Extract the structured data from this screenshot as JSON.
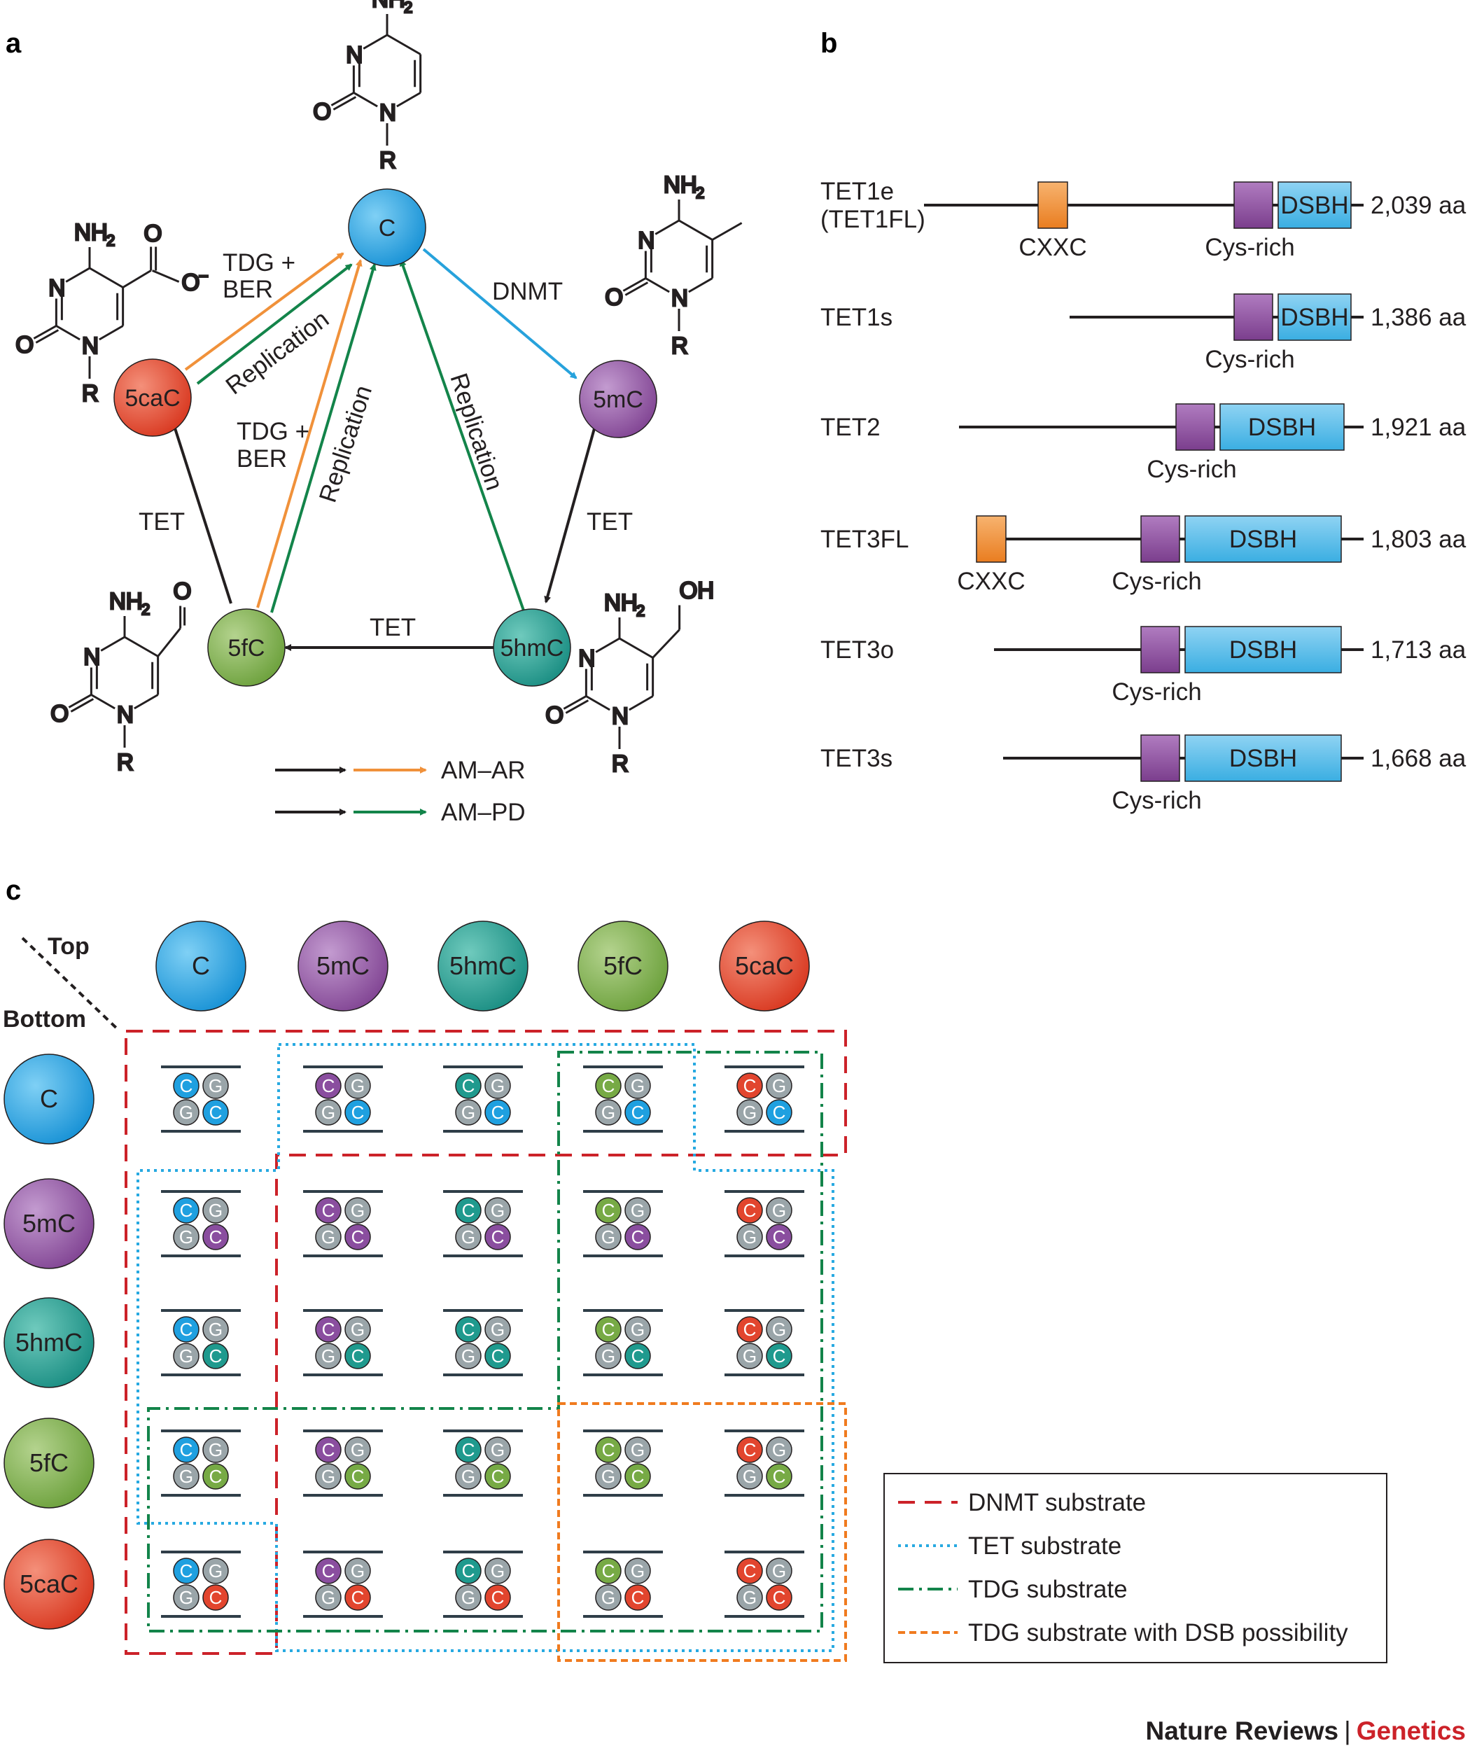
{
  "panels": {
    "a": "a",
    "b": "b",
    "c": "c"
  },
  "cycle": {
    "nodes": {
      "C": "C",
      "5mC": "5mC",
      "5hmC": "5hmC",
      "5fC": "5fC",
      "5caC": "5caC"
    },
    "arrows": {
      "dnmt": "DNMT",
      "tet1": "TET",
      "tet2": "TET",
      "tet3": "TET",
      "tdg_ber_1a": "TDG +",
      "tdg_ber_1b": "BER",
      "tdg_ber_2a": "TDG +",
      "tdg_ber_2b": "BER",
      "replication": "Replication"
    },
    "chem": {
      "nh2": "NH",
      "sub2": "2",
      "n": "N",
      "o": "O",
      "r": "R",
      "oh": "OH",
      "ominus": "O",
      "minus": "−"
    },
    "legend": [
      {
        "label": "AM–AR",
        "color": "#f0913a"
      },
      {
        "label": "AM–PD",
        "color": "#13844a"
      }
    ]
  },
  "domains": {
    "proteins": [
      {
        "name": "TET1e",
        "name2": "(TET1FL)",
        "length": "2,039 aa",
        "cxxc": "CXXC",
        "cys": "Cys-rich",
        "dsbh": "DSBH"
      },
      {
        "name": "TET1s",
        "length": "1,386 aa",
        "cys": "Cys-rich",
        "dsbh": "DSBH"
      },
      {
        "name": "TET2",
        "length": "1,921 aa",
        "cys": "Cys-rich",
        "dsbh": "DSBH"
      },
      {
        "name": "TET3FL",
        "length": "1,803 aa",
        "cxxc": "CXXC",
        "cys": "Cys-rich",
        "dsbh": "DSBH"
      },
      {
        "name": "TET3o",
        "length": "1,713 aa",
        "cys": "Cys-rich",
        "dsbh": "DSBH"
      },
      {
        "name": "TET3s",
        "length": "1,668 aa",
        "cys": "Cys-rich",
        "dsbh": "DSBH"
      }
    ],
    "colors": {
      "cxxc": "#f0913a",
      "cys": "#8e4b9c",
      "dsbh": "#4cb8e6"
    }
  },
  "matrix": {
    "top_label": "Top",
    "bottom_label": "Bottom",
    "bases": [
      "C",
      "5mC",
      "5hmC",
      "5fC",
      "5caC"
    ],
    "base_colors": {
      "C": "#1fa0e0",
      "5mC": "#8a4e9f",
      "5hmC": "#1f9a8e",
      "5fC": "#77aa45",
      "5caC": "#e2452e"
    },
    "cell_letters": {
      "c": "C",
      "g": "G"
    },
    "legend": [
      {
        "label": "DNMT substrate",
        "color": "#cc2229",
        "style": "dashed"
      },
      {
        "label": "TET substrate",
        "color": "#27a9e1",
        "style": "dotted"
      },
      {
        "label": "TDG substrate",
        "color": "#13844a",
        "style": "dashdot"
      },
      {
        "label": "TDG substrate with DSB possibility",
        "color": "#f07b1f",
        "style": "dashed-short"
      }
    ]
  },
  "footer": {
    "journal": "Nature Reviews",
    "separator": "|",
    "section": "Genetics"
  }
}
